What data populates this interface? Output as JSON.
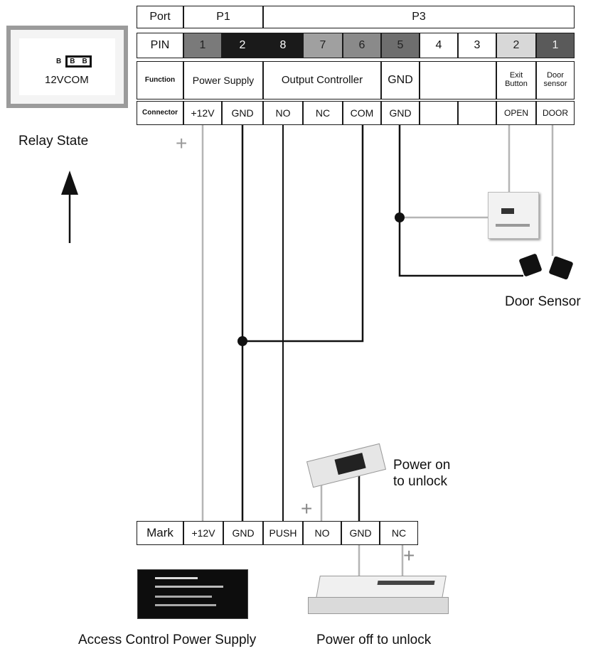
{
  "relay": {
    "pin_left": "B",
    "pin_mid": "B",
    "pin_right": "B",
    "label": "12VCOM",
    "caption": "Relay State"
  },
  "table": {
    "row_labels": [
      "Port",
      "PIN",
      "Function",
      "Connector"
    ],
    "ports": [
      "P1",
      "P3"
    ],
    "pins": [
      "1",
      "2",
      "8",
      "7",
      "6",
      "5",
      "4",
      "3",
      "2",
      "1"
    ],
    "functions": {
      "power_supply": "Power Supply",
      "output_controller": "Output Controller",
      "gnd": "GND",
      "exit_button_line1": "Exit",
      "exit_button_line2": "Button",
      "door_sensor_line1": "Door",
      "door_sensor_line2": "sensor"
    },
    "connectors": [
      "+12V",
      "GND",
      "NO",
      "NC",
      "COM",
      "GND",
      "",
      "",
      "OPEN",
      "DOOR"
    ]
  },
  "mark_table": {
    "cells": [
      "Mark",
      "+12V",
      "GND",
      "PUSH",
      "NO",
      "GND",
      "NC"
    ]
  },
  "labels": {
    "plus_sign": "+",
    "door_sensor": "Door Sensor",
    "power_on_line1": "Power on",
    "power_on_line2": "to unlock",
    "access_power": "Access Control Power Supply",
    "power_off": "Power off to unlock"
  },
  "colors": {
    "pin_dark": "#1a1a1a",
    "pin_mid": "#6e6e6e",
    "pin_light": "#a0a0a0",
    "pin_pale": "#d8d8d8",
    "wire_black": "#111111",
    "wire_grey": "#b5b5b5"
  }
}
